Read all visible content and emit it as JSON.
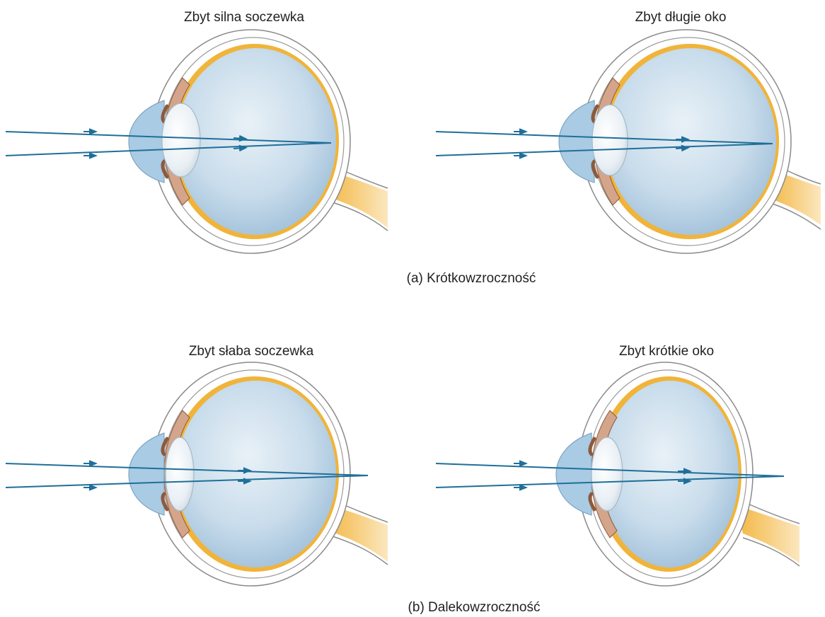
{
  "panels": [
    {
      "caption": "(a) Krótkowzroczność",
      "eyes": [
        {
          "title": "Zbyt silna soczewka"
        },
        {
          "title": "Zbyt długie oko"
        }
      ]
    },
    {
      "caption": "(b) Dalekowzroczność",
      "eyes": [
        {
          "title": "Zbyt słaba soczewka"
        },
        {
          "title": "Zbyt krótkie oko"
        }
      ]
    }
  ],
  "colors": {
    "sclera_fill": "#ffffff",
    "sclera_stroke": "#8a8a8a",
    "vitreous_light": "#dbe9f3",
    "vitreous_dark": "#9fc0db",
    "cornea": "#a9cbe4",
    "lens": "#e6eff5",
    "retina": "#f0b43a",
    "optic_nerve": "#f6cf86",
    "iris_muscle": "#d4a58a",
    "iris_dark": "#8c5a3c",
    "ray": "#1f6f99"
  }
}
